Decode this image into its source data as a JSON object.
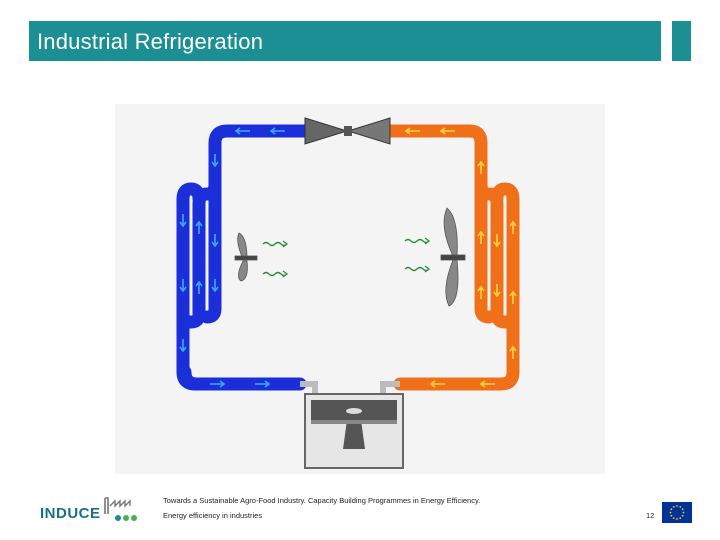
{
  "slide": {
    "title": "Industrial Refrigeration"
  },
  "footer": {
    "tagline": "Towards a Sustainable Agro-Food Industry. Capacity Building Programmes in Energy Efficiency.",
    "subtitle": "Energy efficiency in industries",
    "page_number": "12",
    "logo_text": "INDUCE"
  },
  "colors": {
    "accent": "#1b8f94",
    "cold_pipe": "#1a2fd8",
    "hot_pipe": "#f0701a",
    "arrow_cold": "#3fa6ff",
    "arrow_hot": "#ffd23a",
    "eu_blue": "#003399",
    "eu_star": "#ffcc00"
  },
  "icons": {
    "expansion_valve": "expansion-valve-icon",
    "evaporator_fan": "fan-icon",
    "condenser_fan": "fan-icon",
    "compressor": "compressor-icon",
    "logo": "factory-logo-icon",
    "flag": "eu-flag-icon"
  }
}
